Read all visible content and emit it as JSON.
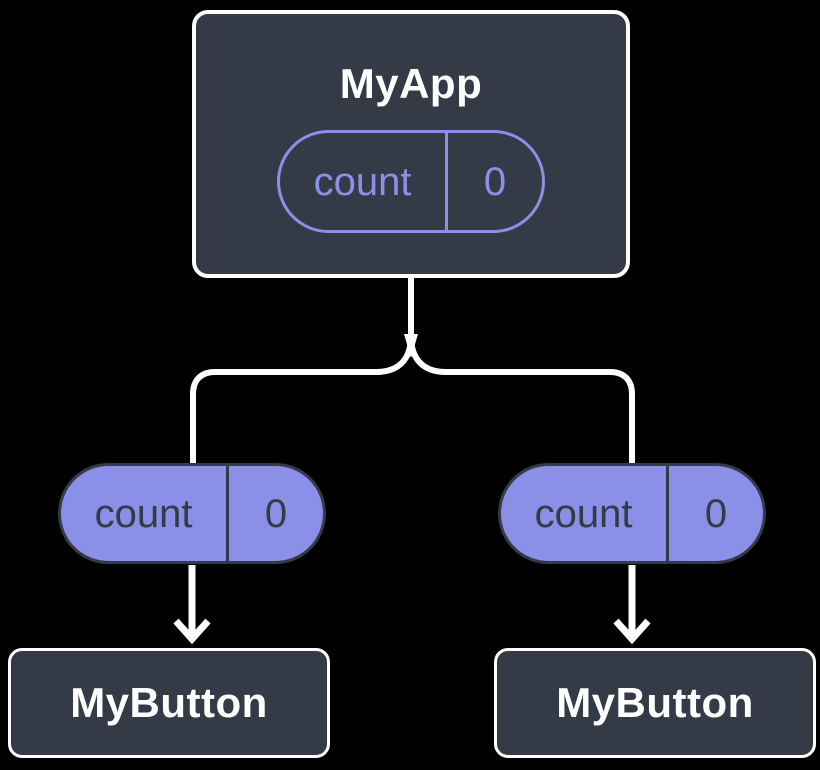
{
  "colors": {
    "bg": "#000000",
    "box-fill": "#343A46",
    "box-border": "#ffffff",
    "accent": "#8A90E8",
    "ink-dark": "#343A46",
    "connector": "#ffffff"
  },
  "tree": {
    "root": {
      "title": "MyApp",
      "state": {
        "label": "count",
        "value": "0"
      }
    },
    "children": [
      {
        "prop": {
          "label": "count",
          "value": "0"
        },
        "title": "MyButton"
      },
      {
        "prop": {
          "label": "count",
          "value": "0"
        },
        "title": "MyButton"
      }
    ]
  }
}
